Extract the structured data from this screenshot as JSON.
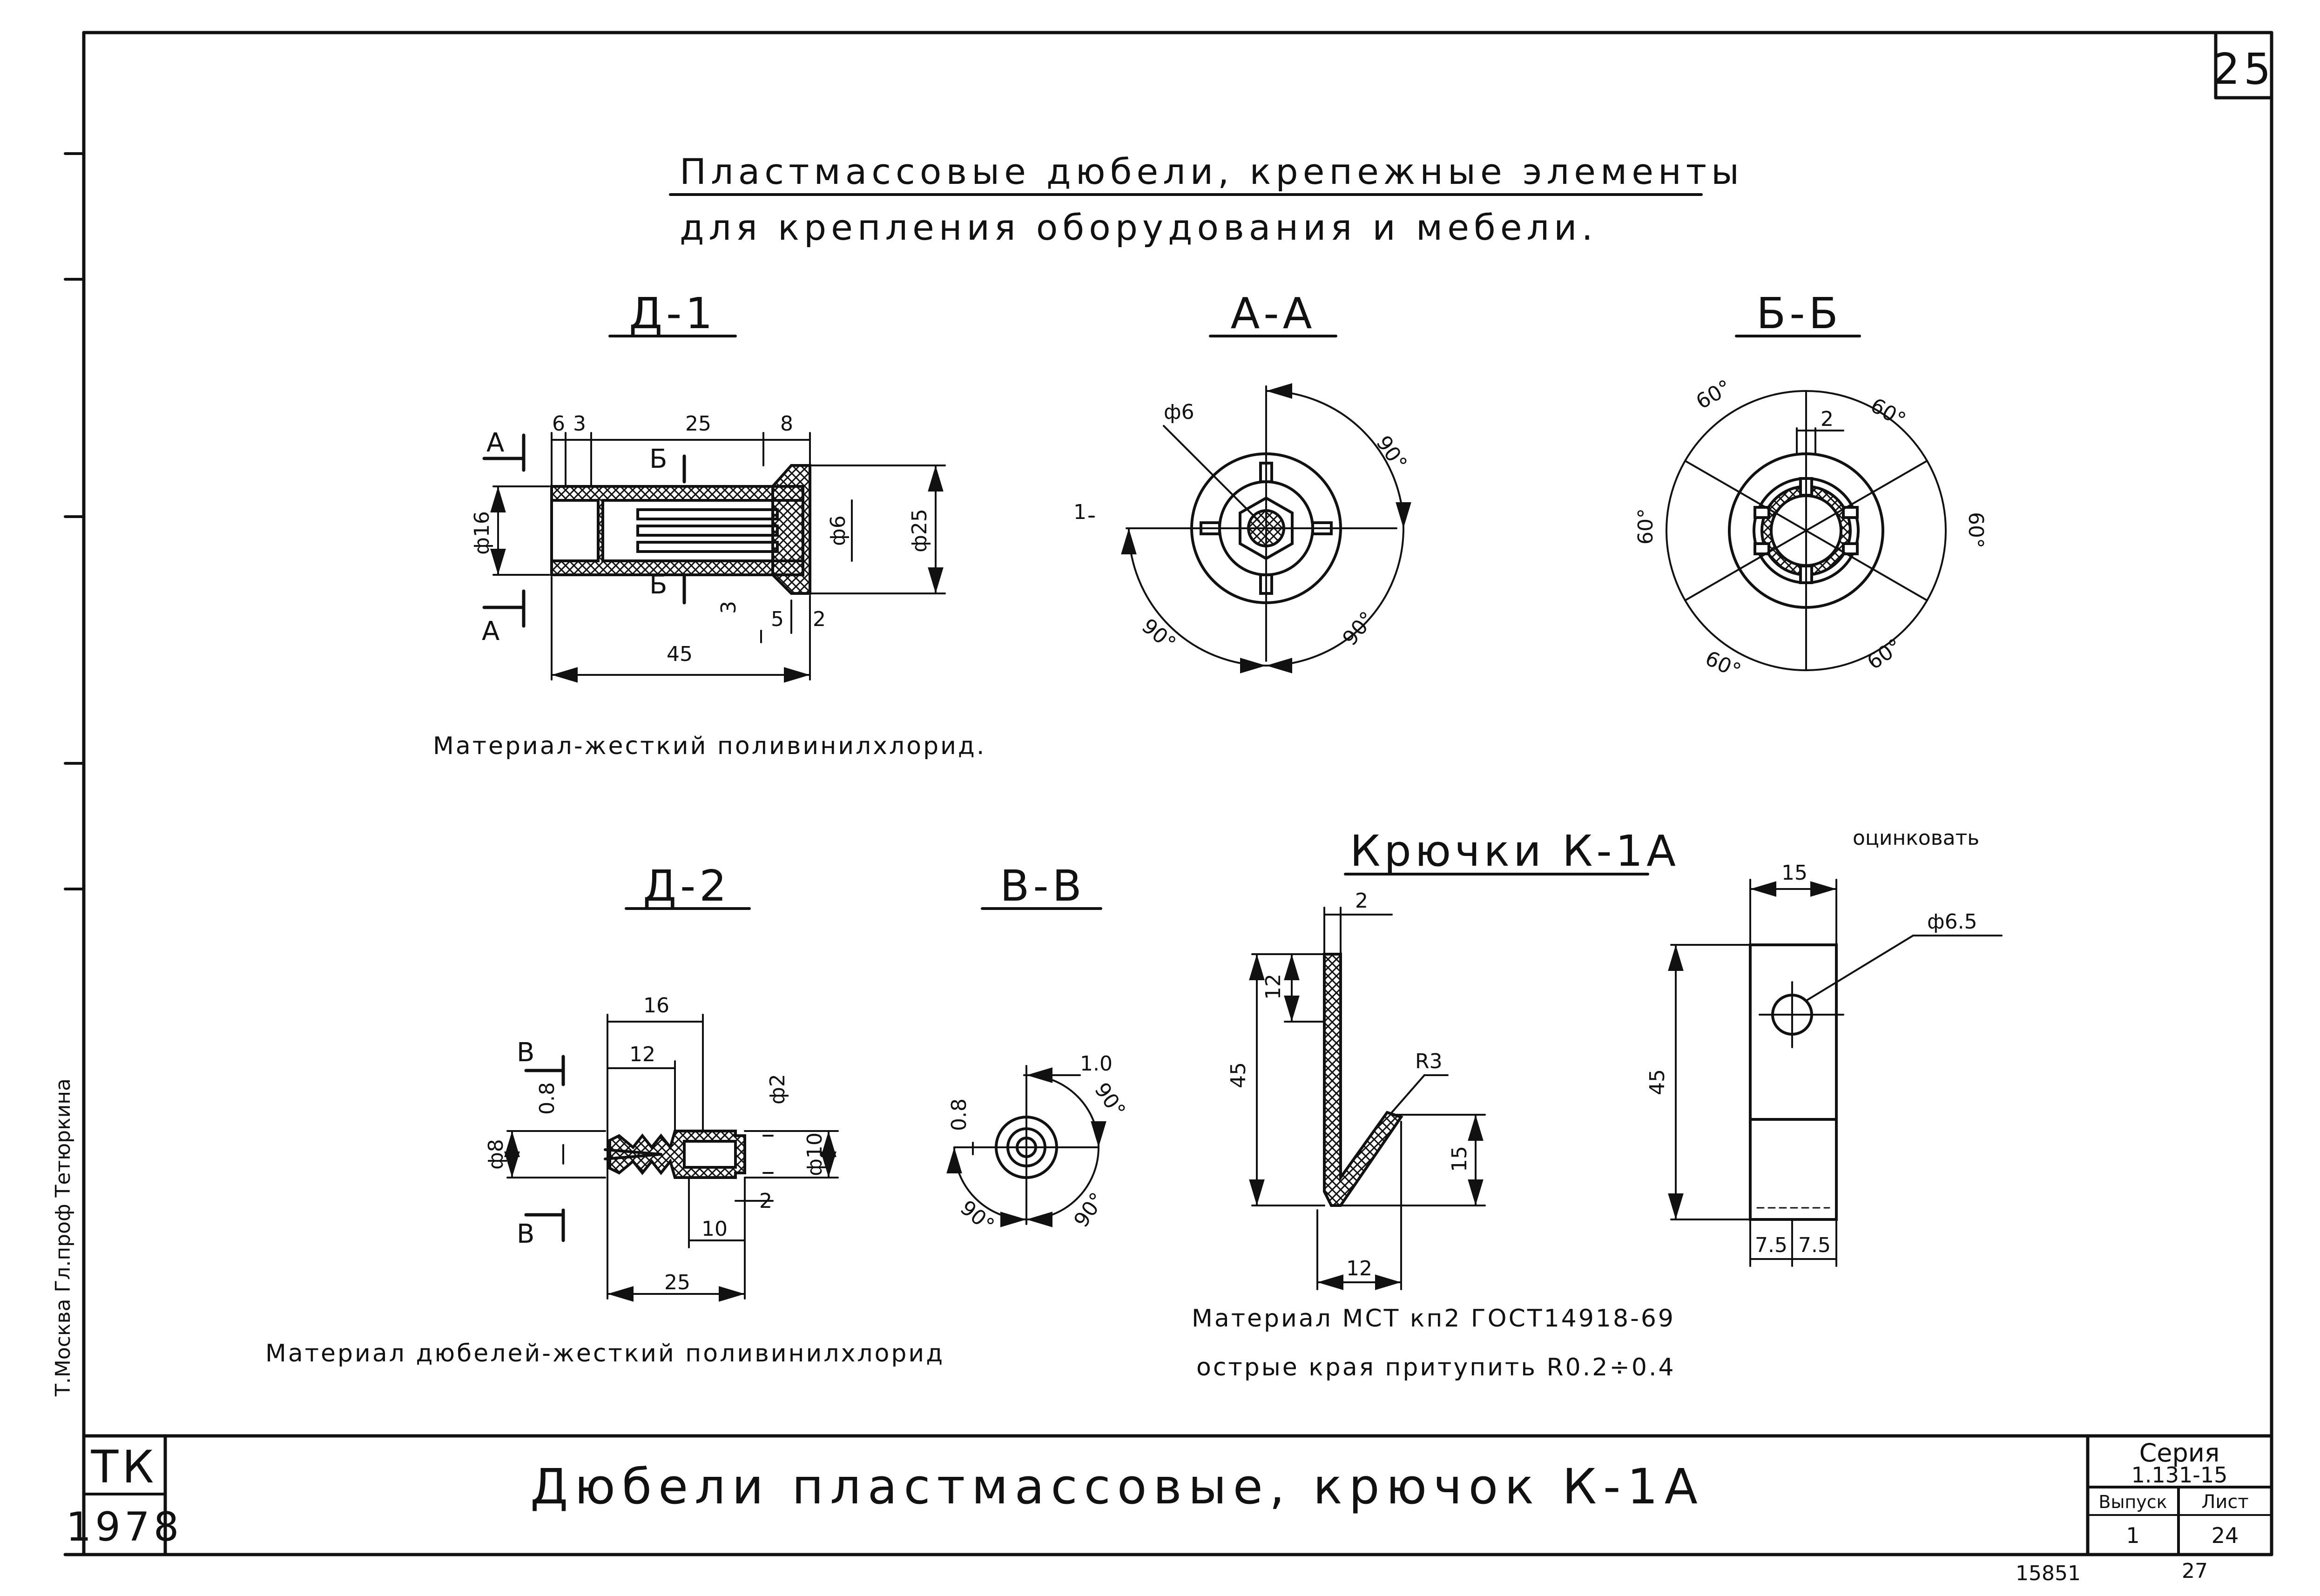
{
  "sheet": {
    "corner_number": "25",
    "title_line1": "Пластмассовые дюбели, крепежные элементы",
    "title_line2": "для крепления оборудования и мебели.",
    "bottom_numbers": [
      "15851",
      "27"
    ]
  },
  "d1": {
    "label": "Д-1",
    "dims": {
      "a": "6",
      "b": "3",
      "c": "25",
      "d": "8",
      "len": "45",
      "dia16": "ф16",
      "dia6": "ф6",
      "dia25": "ф25",
      "w3": "3",
      "w5": "5",
      "w2": "2"
    },
    "cuts": {
      "a": "А",
      "b": "Б"
    },
    "material": "Материал-жесткий поливинилхлорид."
  },
  "aa": {
    "label": "А-А",
    "phi": "ф6",
    "one": "1",
    "a1": "90°",
    "a2": "90°",
    "a3": "90°"
  },
  "bb": {
    "label": "Б-Б",
    "two": "2",
    "a1": "60°",
    "a2": "60°",
    "a3": "60°",
    "a4": "60°",
    "a5": "60°",
    "a6": "60°"
  },
  "d2": {
    "label": "Д-2",
    "dims": {
      "l16": "16",
      "l12": "12",
      "d08": "0.8",
      "phi2": "ф2",
      "phi8": "ф8",
      "phi10": "ф10",
      "l10": "10",
      "l2": "2",
      "l25": "25"
    },
    "cuts": {
      "v": "В"
    },
    "material": "Материал дюбелей-жесткий поливинилхлорид"
  },
  "vv": {
    "label": "В-В",
    "d08": "0.8",
    "d10": "1.0",
    "a1": "90°",
    "a2": "90°",
    "a3": "90°"
  },
  "hook": {
    "label": "Крючки К-1А",
    "zinc_note": "оцинковать",
    "dims": {
      "t2": "2",
      "l12": "12",
      "l45": "45",
      "r3": "R3",
      "l15": "15",
      "w12": "12",
      "w15": "15",
      "phi65": "ф6.5",
      "h45": "45",
      "s75a": "7.5",
      "s75b": "7.5"
    },
    "material": "Материал МСТ кп2 ГОСТ14918-69",
    "edges": "острые края притупить R0.2÷0.4"
  },
  "stamp": {
    "tk": "ТК",
    "year": "1978",
    "name": "Дюбели пластмассовые, крючок К-1А",
    "series_label": "Серия",
    "series_value": "1.131-15",
    "issue_label": "Выпуск",
    "issue_value": "1",
    "sheet_label": "Лист",
    "sheet_value": "24"
  },
  "side_stamp": "Т.Москва  Гл.проф  Тетюркина"
}
